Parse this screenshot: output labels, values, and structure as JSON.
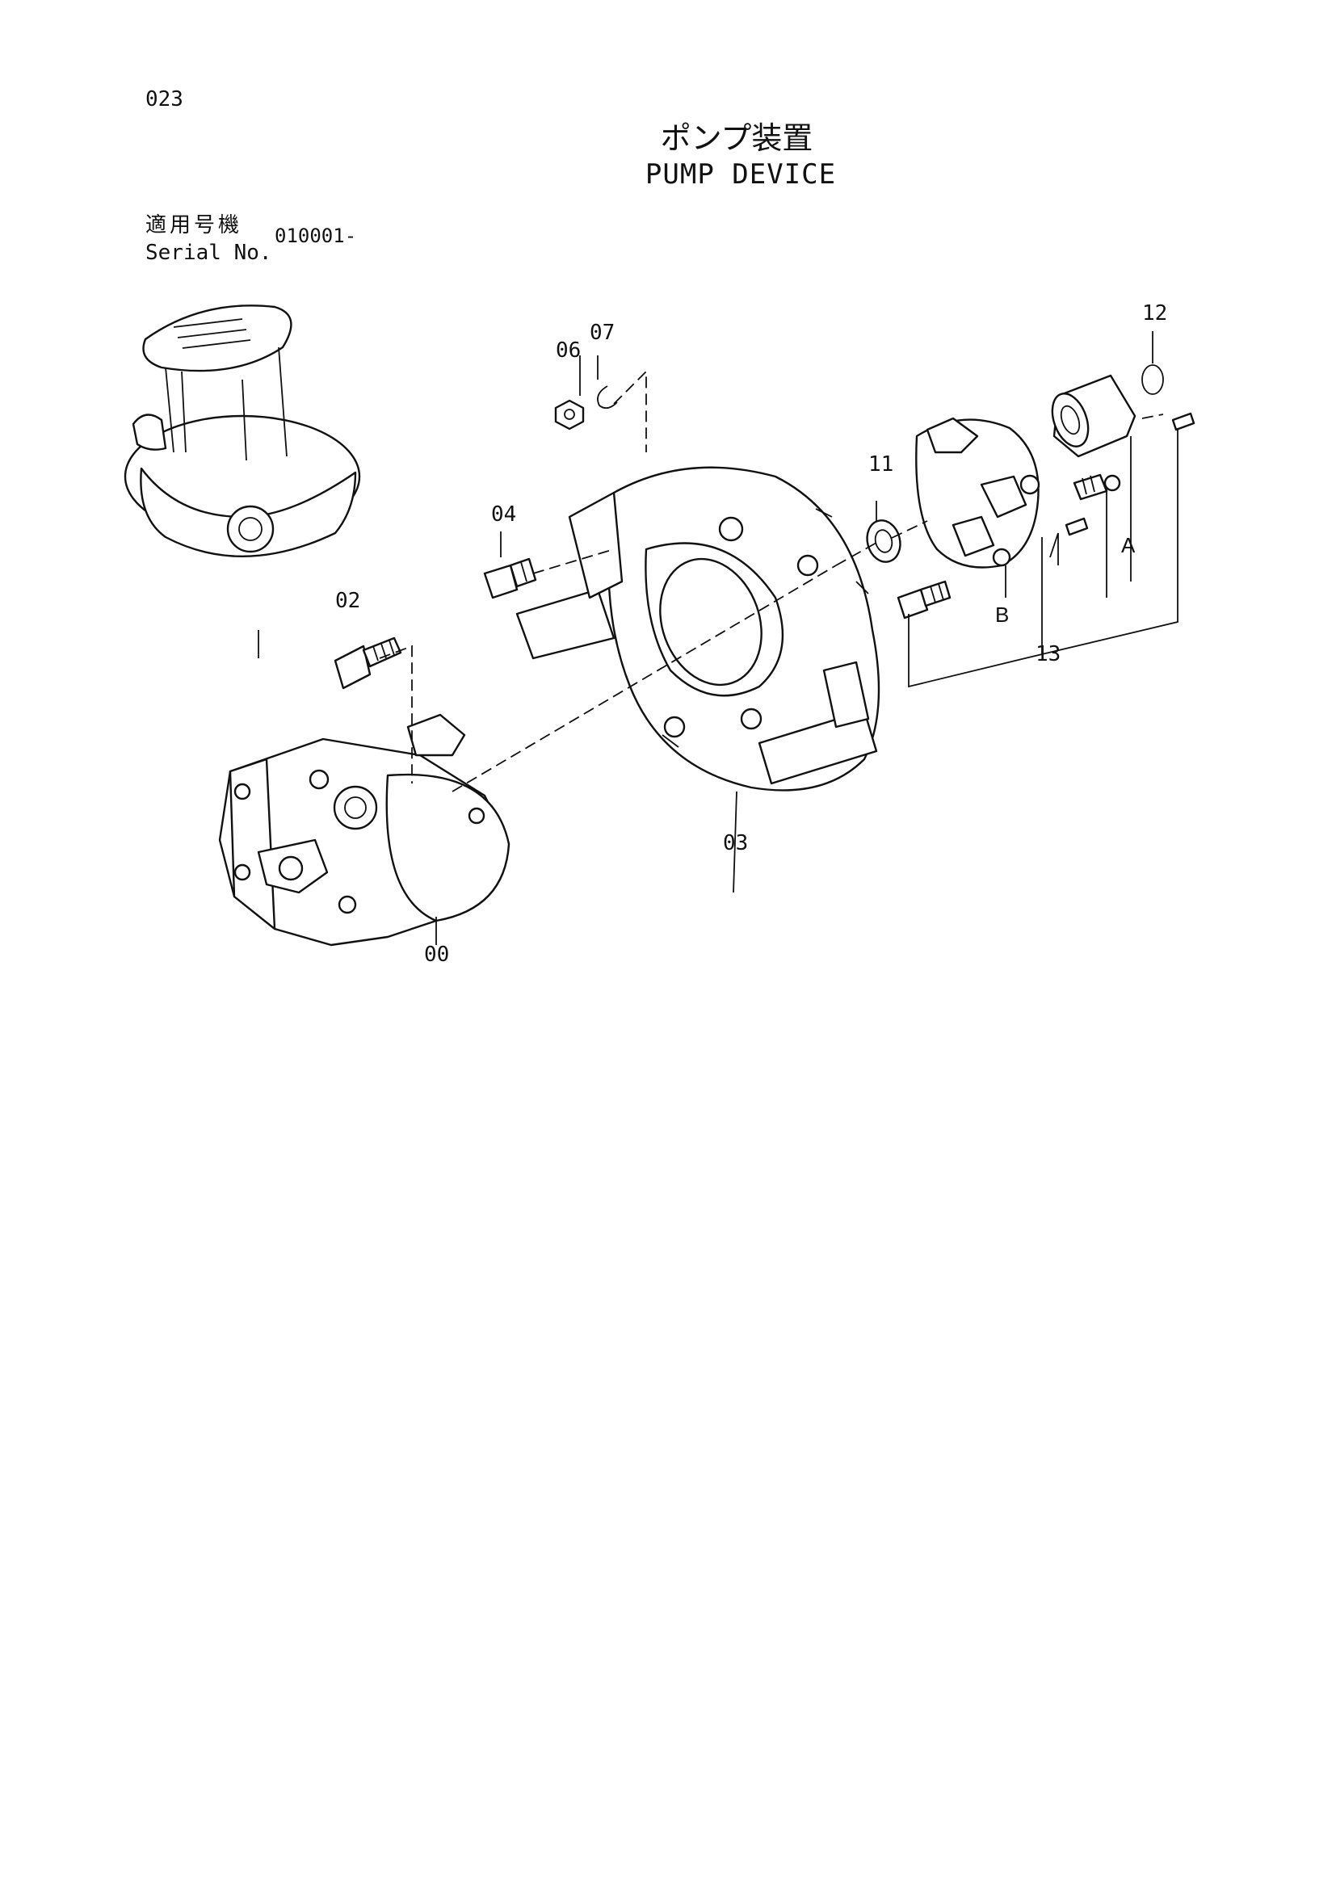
{
  "page": {
    "number": "023"
  },
  "title": {
    "japanese": "ポンプ装置",
    "english": "PUMP DEVICE"
  },
  "serial": {
    "label_jp": "適用号機",
    "label_en": "Serial No.",
    "value": "010001-"
  },
  "callouts": {
    "c00": "00",
    "c02": "02",
    "c03": "03",
    "c04": "04",
    "c06": "06",
    "c07": "07",
    "c11": "11",
    "c12": "12",
    "c13": "13",
    "cA": "A",
    "cB": "B"
  }
}
